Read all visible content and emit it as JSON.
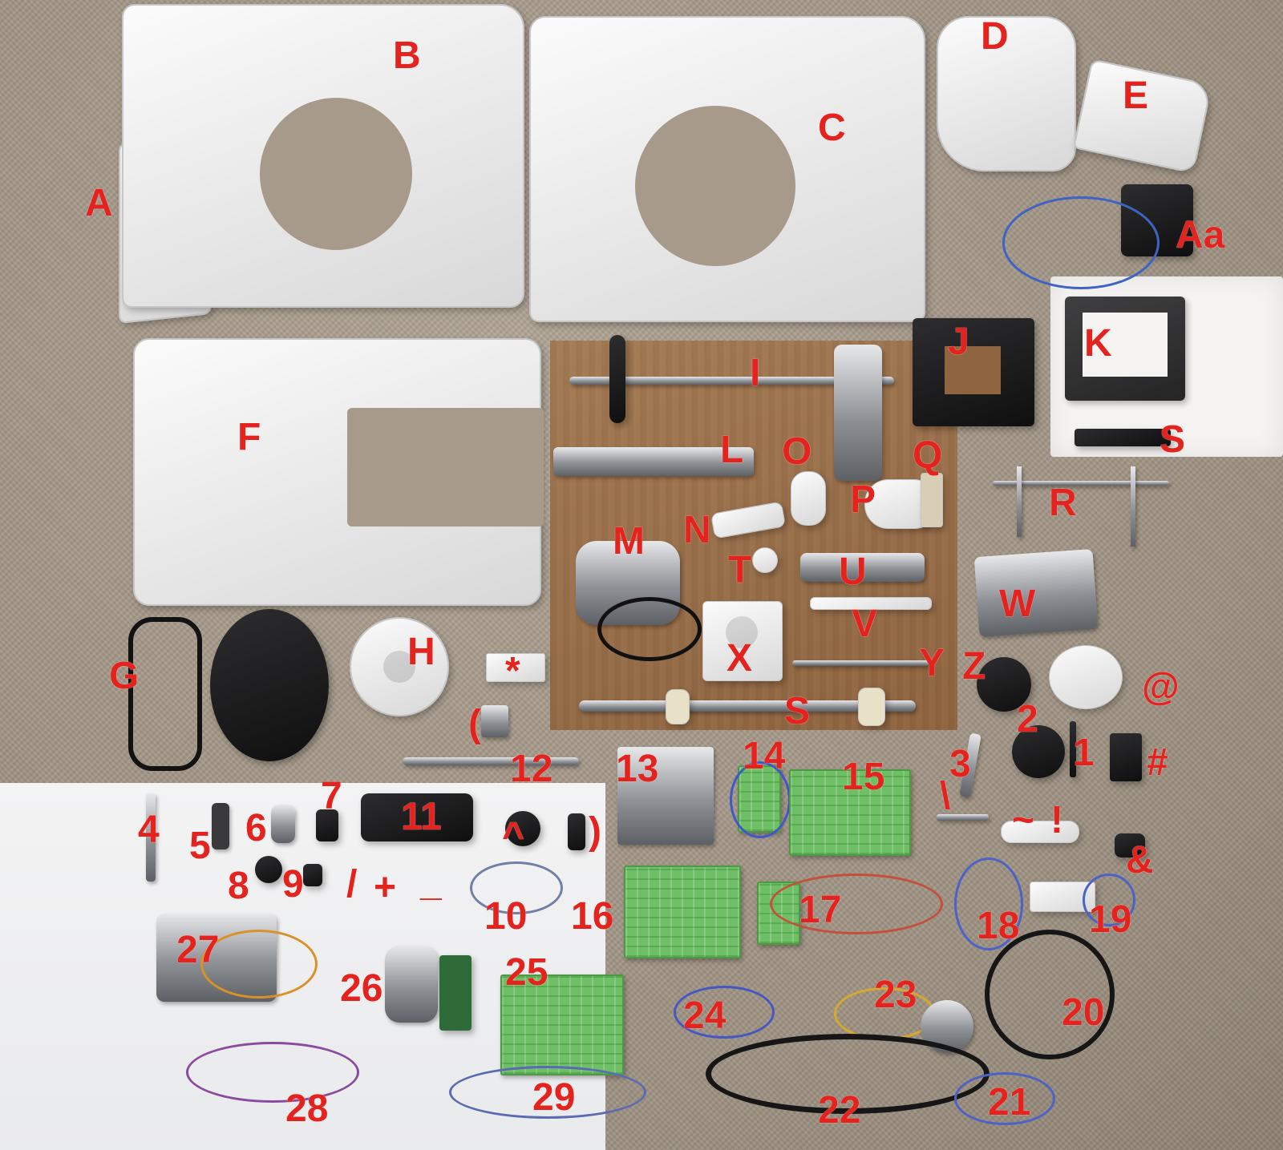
{
  "photo": {
    "background_color": "#a79a8a",
    "label_color": "#e5231e"
  },
  "labels": {
    "A": "A",
    "B": "B",
    "C": "C",
    "D": "D",
    "E": "E",
    "Aa": "Aa",
    "F": "F",
    "G": "G",
    "H": "H",
    "I": "I",
    "J": "J",
    "K": "K",
    "L": "L",
    "M": "M",
    "N": "N",
    "O": "O",
    "P": "P",
    "Q": "Q",
    "R": "R",
    "S_top": "S",
    "S_shaft": "S",
    "T": "T",
    "U": "U",
    "V": "V",
    "W": "W",
    "X": "X",
    "Y": "Y",
    "Z": "Z",
    "at": "@",
    "star": "*",
    "paren_open": "(",
    "paren_close": ")",
    "hash": "#",
    "amp": "&",
    "caret": "^",
    "slash": "/",
    "plus": "+",
    "minus": "_",
    "backslash": "\\",
    "tilde": "~",
    "bang": "!",
    "n1": "1",
    "n2": "2",
    "n3": "3",
    "n4": "4",
    "n5": "5",
    "n6": "6",
    "n7": "7",
    "n8": "8",
    "n9": "9",
    "n10": "10",
    "n11": "11",
    "n12": "12",
    "n13": "13",
    "n14": "14",
    "n15": "15",
    "n16": "16",
    "n17": "17",
    "n18": "18",
    "n19": "19",
    "n20": "20",
    "n21": "21",
    "n22": "22",
    "n23": "23",
    "n24": "24",
    "n25": "25",
    "n26": "26",
    "n27": "27",
    "n28": "28",
    "n29": "29"
  }
}
